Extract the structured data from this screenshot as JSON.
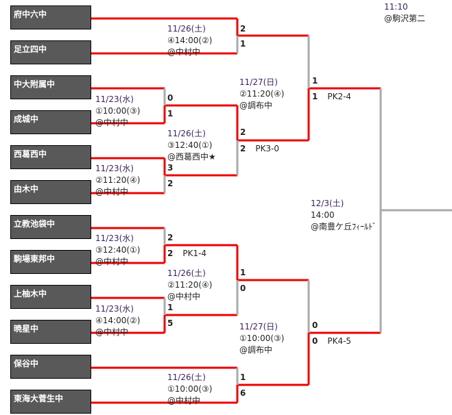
{
  "teams": [
    "府中六中",
    "足立四中",
    "中大附属中",
    "成城中",
    "西葛西中",
    "由木中",
    "立教池袋中",
    "駒場東邦中",
    "上柚木中",
    "暁星中",
    "保谷中",
    "東海大菅生中"
  ],
  "matches": {
    "r1a": {
      "date": "11/23(水)",
      "time": "①10:00(③)",
      "venue": "@中村中",
      "s1": "0",
      "s2": "1"
    },
    "r1b": {
      "date": "11/23(水)",
      "time": "②11:20(④)",
      "venue": "@中村中",
      "s1": "3",
      "s2": "2"
    },
    "r1c": {
      "date": "11/23(水)",
      "time": "③12:40(①)",
      "venue": "@中村中",
      "s1": "2",
      "s2": "2",
      "pk": "PK1-4"
    },
    "r1d": {
      "date": "11/23(水)",
      "time": "④14:00(②)",
      "venue": "@中村中",
      "s1": "1",
      "s2": "5"
    },
    "r2a": {
      "date": "11/26(土)",
      "time": "④14:00(②)",
      "venue": "@中村中",
      "s1": "2",
      "s2": "1"
    },
    "r2b": {
      "date": "11/26(土)",
      "time": "③12:40(①)",
      "venue": "@西葛西中★",
      "s1": "2",
      "s2": "2",
      "pk": "PK3-0"
    },
    "r2c": {
      "date": "11/26(土)",
      "time": "②11:20(④)",
      "venue": "@中村中",
      "s1": "1",
      "s2": "0"
    },
    "r2d": {
      "date": "11/26(土)",
      "time": "①10:00(③)",
      "venue": "@中村中",
      "s1": "1",
      "s2": "6"
    },
    "sfa": {
      "date": "11/27(日)",
      "time": "②11:20(④)",
      "venue": "@調布中",
      "s1": "1",
      "s2": "1",
      "pk": "PK2-4"
    },
    "sfb": {
      "date": "11/27(日)",
      "time": "①10:00(③)",
      "venue": "@調布中",
      "s1": "0",
      "s2": "0",
      "pk": "PK4-5"
    },
    "final": {
      "date": "12/3(土)",
      "time": "14:00",
      "venue": "@南豊ケ丘ﾌｨｰﾙﾄﾞ"
    }
  },
  "other": {
    "time": "11:10",
    "venue": "@駒沢第二"
  },
  "colors": {
    "win": "#ee0000",
    "line": "#aaaaaa",
    "box": "#595959"
  }
}
